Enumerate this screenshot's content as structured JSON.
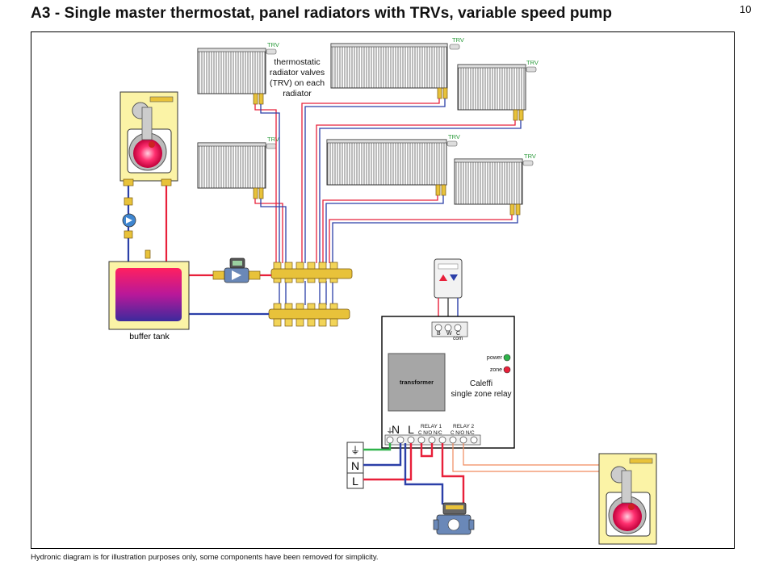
{
  "page": {
    "title": "A3 - Single master thermostat, panel radiators with TRVs, variable speed pump",
    "page_number": "10",
    "footer": "Hydronic diagram is for illustration purposes only, some components have been removed for simplicity."
  },
  "labels": {
    "trv_tag": "TRV",
    "trv_note_line1": "thermostatic",
    "trv_note_line2": "radiator valves",
    "trv_note_line3": "(TRV) on each",
    "trv_note_line4": "radiator",
    "buffer_tank": "buffer tank",
    "transformer": "transformer",
    "relay_name_line1": "Caleffi",
    "relay_name_line2": "single zone relay",
    "power": "power",
    "zone": "zone",
    "term_b": "B",
    "term_w": "W",
    "term_c": "C",
    "term_com": "com",
    "term_n": "N",
    "term_l": "L",
    "relay1": "RELAY 1",
    "relay2": "RELAY 2",
    "relay_contacts": "C N/O N/C",
    "ground_symbol": "⏚",
    "supply_n": "N",
    "supply_l": "L"
  },
  "colors": {
    "hot": "#e8203a",
    "cold": "#2b3fa8",
    "ground": "#2fb34a",
    "relay_wire": "#f08a5d",
    "boiler_yellow": "#fbf3a6",
    "brass": "#e8c23a"
  }
}
